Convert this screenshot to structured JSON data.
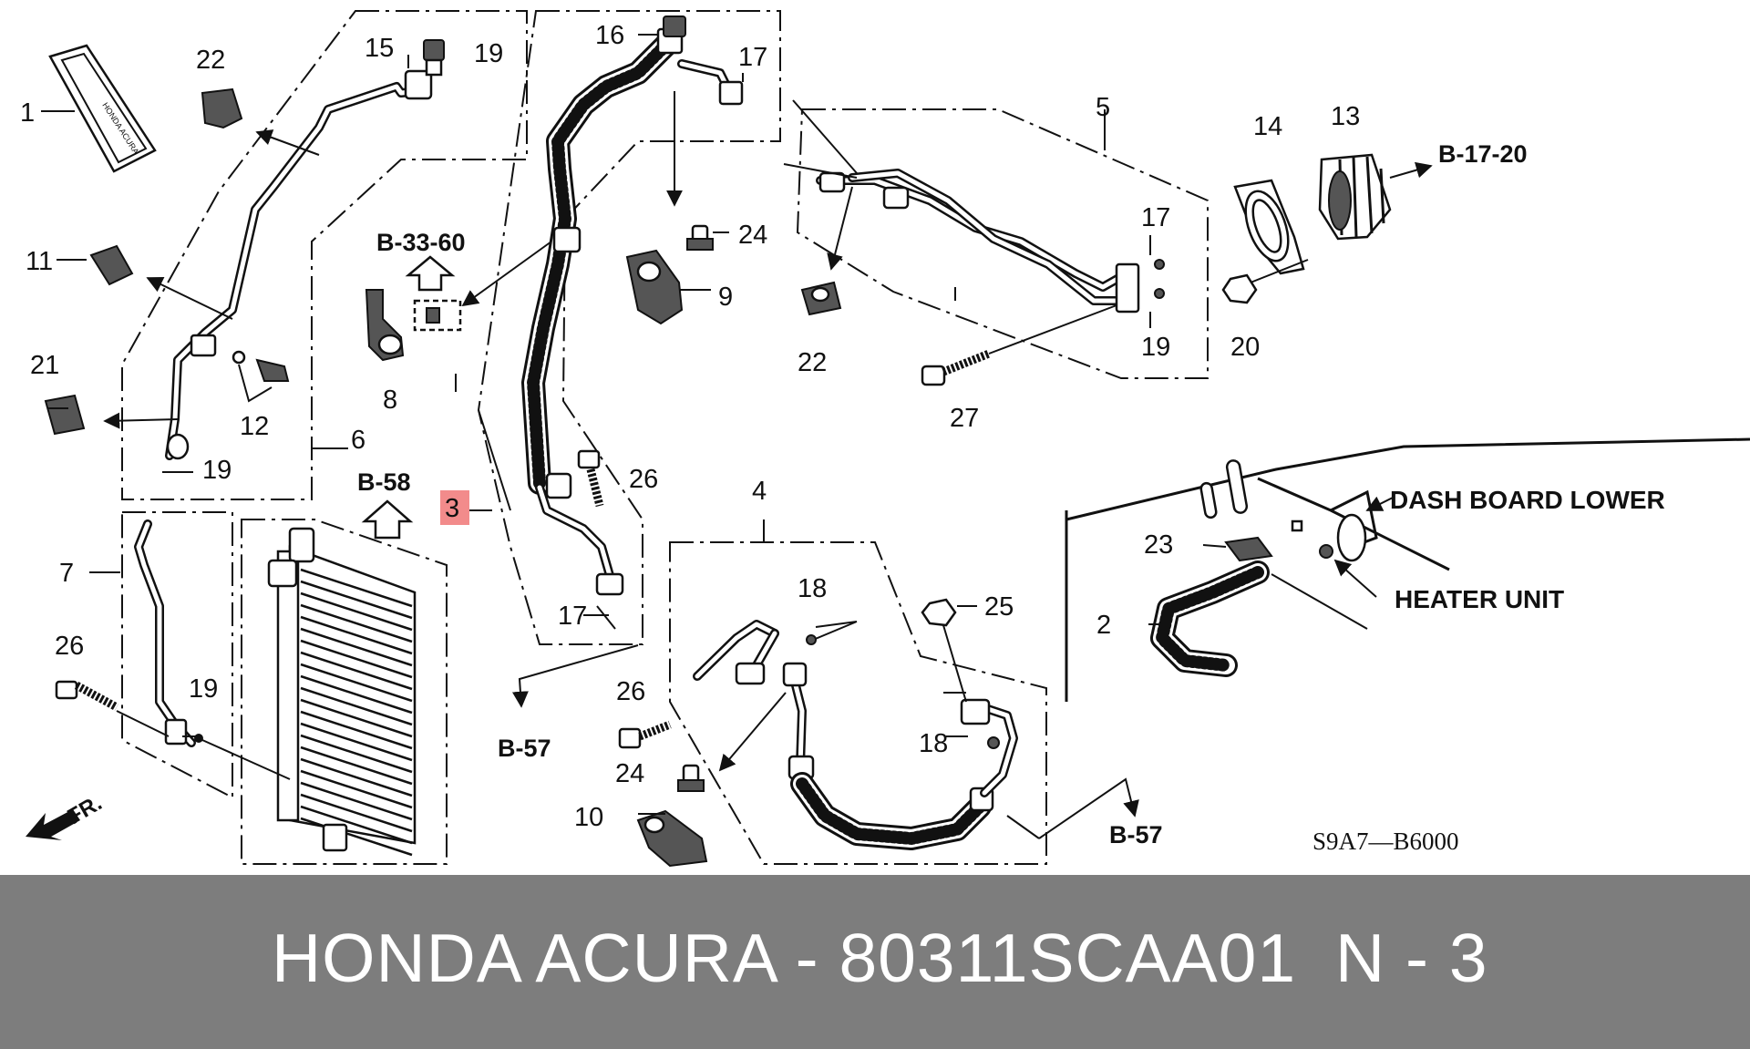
{
  "diagram": {
    "callouts": [
      {
        "id": "c1",
        "text": "1"
      },
      {
        "id": "c2",
        "text": "2"
      },
      {
        "id": "c3",
        "text": "3"
      },
      {
        "id": "c4",
        "text": "4"
      },
      {
        "id": "c5",
        "text": "5"
      },
      {
        "id": "c6",
        "text": "6"
      },
      {
        "id": "c7",
        "text": "7"
      },
      {
        "id": "c8",
        "text": "8"
      },
      {
        "id": "c9",
        "text": "9"
      },
      {
        "id": "c10",
        "text": "10"
      },
      {
        "id": "c11",
        "text": "11"
      },
      {
        "id": "c12",
        "text": "12"
      },
      {
        "id": "c13",
        "text": "13"
      },
      {
        "id": "c14",
        "text": "14"
      },
      {
        "id": "c15",
        "text": "15"
      },
      {
        "id": "c16",
        "text": "16"
      },
      {
        "id": "c17a",
        "text": "17"
      },
      {
        "id": "c17b",
        "text": "17"
      },
      {
        "id": "c17c",
        "text": "17"
      },
      {
        "id": "c18a",
        "text": "18"
      },
      {
        "id": "c18b",
        "text": "18"
      },
      {
        "id": "c19a",
        "text": "19"
      },
      {
        "id": "c19b",
        "text": "19"
      },
      {
        "id": "c19c",
        "text": "19"
      },
      {
        "id": "c19d",
        "text": "19"
      },
      {
        "id": "c20",
        "text": "20"
      },
      {
        "id": "c21",
        "text": "21"
      },
      {
        "id": "c22a",
        "text": "22"
      },
      {
        "id": "c22b",
        "text": "22"
      },
      {
        "id": "c23",
        "text": "23"
      },
      {
        "id": "c24a",
        "text": "24"
      },
      {
        "id": "c24b",
        "text": "24"
      },
      {
        "id": "c25",
        "text": "25"
      },
      {
        "id": "c26a",
        "text": "26"
      },
      {
        "id": "c26b",
        "text": "26"
      },
      {
        "id": "c26c",
        "text": "26"
      },
      {
        "id": "c27",
        "text": "27"
      }
    ],
    "references": {
      "b3360": "B-33-60",
      "b58": "B-58",
      "b1720": "B-17-20",
      "b57a": "B-57",
      "b57b": "B-57"
    },
    "labels": {
      "dash_board_lower": "DASH BOARD LOWER",
      "heater_unit": "HEATER UNIT",
      "front": "FR.",
      "gasket_text": "HONDA ACURA",
      "diagram_code": "S9A7—B6000"
    },
    "highlight_color": "#f28b8b"
  },
  "footer": {
    "title": "HONDA ACURA - 80311SCAA01",
    "position": "N - 3"
  }
}
